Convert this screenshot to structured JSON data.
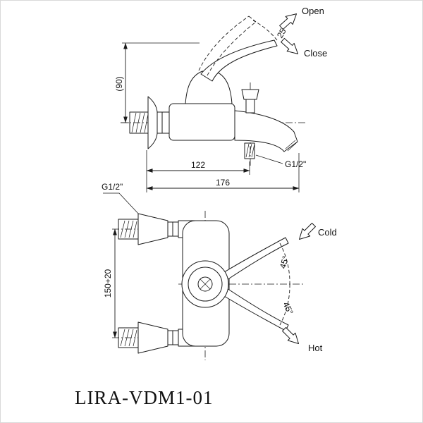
{
  "drawing": {
    "title": "LIRA-VDM1-01",
    "side_view": {
      "open_label": "Open",
      "close_label": "Close",
      "handle_angle": "25°",
      "height_dim": "(90)",
      "spout_thread": "G1/2\"",
      "dim_spout": "122",
      "dim_total": "176"
    },
    "front_view": {
      "inlet_thread": "G1/2\"",
      "dim_height": "150+20",
      "angle_cold": "45°",
      "angle_hot": "45°",
      "cold_label": "Cold",
      "hot_label": "Hot"
    }
  }
}
